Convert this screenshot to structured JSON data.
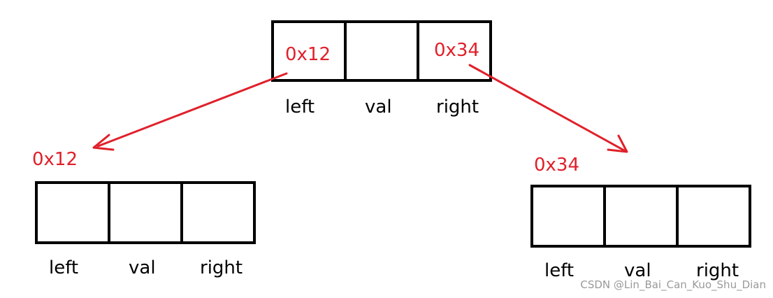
{
  "nodes": {
    "root": {
      "fields": [
        "left",
        "val",
        "right"
      ],
      "left_value": "0x12",
      "right_value": "0x34"
    },
    "left_child": {
      "address": "0x12",
      "fields": [
        "left",
        "val",
        "right"
      ]
    },
    "right_child": {
      "address": "0x34",
      "fields": [
        "left",
        "val",
        "right"
      ]
    }
  },
  "colors": {
    "pointer": "#e0202a",
    "box": "#000000"
  },
  "watermark": "CSDN @Lin_Bai_Can_Kuo_Shu_Dian"
}
